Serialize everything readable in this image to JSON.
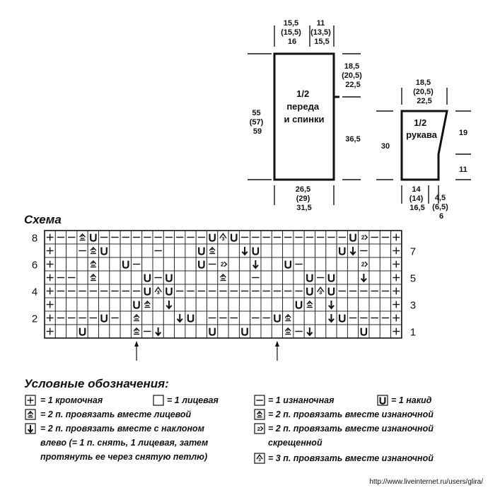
{
  "pattern": {
    "front_back": {
      "label_line1": "1/2",
      "label_line2": "переда",
      "label_line3": "и спинки",
      "top_left": [
        "15,5",
        "(15,5)",
        "16"
      ],
      "top_right": [
        "11",
        "(13,5)",
        "15,5"
      ],
      "right_top": [
        "18,5",
        "(20,5)",
        "22,5"
      ],
      "right_bottom": "36,5",
      "left_height": [
        "55",
        "(57)",
        "59"
      ],
      "bottom_width": [
        "26,5",
        "(29)",
        "31,5"
      ]
    },
    "sleeve": {
      "label_line1": "1/2",
      "label_line2": "рукава",
      "top_width": [
        "18,5",
        "(20,5)",
        "22,5"
      ],
      "left_height": "30",
      "right_upper": "19",
      "right_lower": "11",
      "bottom_width": [
        "14",
        "(14)",
        "16,5"
      ],
      "bottom_slant": [
        "4,5",
        "(6,5)",
        "6"
      ]
    }
  },
  "chart": {
    "title": "Схема",
    "left_row_numbers": [
      "8",
      "6",
      "4",
      "2"
    ],
    "right_row_numbers": [
      "7",
      "5",
      "3",
      "1"
    ],
    "rows_top_to_bottom": [
      [
        "E",
        "I",
        "I",
        "P2",
        "Y",
        "I",
        "I",
        "I",
        "I",
        "I",
        "I",
        "I",
        "I",
        "I",
        "I",
        "Y",
        "P3",
        "Y",
        "I",
        "I",
        "I",
        "I",
        "I",
        "I",
        "I",
        "I",
        "I",
        "I",
        "Y",
        "C2",
        "I",
        "I",
        "E"
      ],
      [
        "E",
        "K",
        "K",
        "I",
        "P2",
        "Y",
        "K",
        "K",
        "K",
        "K",
        "I",
        "K",
        "K",
        "K",
        "Y",
        "P2",
        "K",
        "K",
        "D",
        "Y",
        "K",
        "K",
        "K",
        "K",
        "K",
        "K",
        "K",
        "Y",
        "D",
        "I",
        "K",
        "K",
        "E"
      ],
      [
        "E",
        "K",
        "K",
        "K",
        "P2",
        "K",
        "K",
        "Y",
        "I",
        "K",
        "K",
        "K",
        "K",
        "K",
        "Y",
        "I",
        "C2",
        "K",
        "K",
        "D",
        "K",
        "K",
        "Y",
        "I",
        "K",
        "K",
        "K",
        "K",
        "K",
        "C2",
        "K",
        "K",
        "E"
      ],
      [
        "E",
        "I",
        "I",
        "K",
        "P2",
        "K",
        "K",
        "K",
        "K",
        "Y",
        "I",
        "Y",
        "K",
        "K",
        "K",
        "K",
        "P2",
        "K",
        "K",
        "I",
        "K",
        "K",
        "K",
        "K",
        "Y",
        "I",
        "Y",
        "K",
        "K",
        "D",
        "K",
        "K",
        "E"
      ],
      [
        "E",
        "I",
        "I",
        "I",
        "I",
        "I",
        "I",
        "I",
        "I",
        "Y",
        "P3",
        "Y",
        "I",
        "I",
        "I",
        "I",
        "I",
        "I",
        "I",
        "I",
        "I",
        "I",
        "I",
        "I",
        "Y",
        "P3",
        "Y",
        "I",
        "I",
        "I",
        "I",
        "I",
        "E"
      ],
      [
        "E",
        "K",
        "K",
        "K",
        "K",
        "K",
        "K",
        "K",
        "Y",
        "P2",
        "K",
        "D",
        "K",
        "K",
        "K",
        "K",
        "K",
        "K",
        "K",
        "K",
        "K",
        "K",
        "K",
        "Y",
        "P2",
        "K",
        "D",
        "K",
        "K",
        "K",
        "K",
        "K",
        "E"
      ],
      [
        "E",
        "I",
        "I",
        "I",
        "I",
        "Y",
        "I",
        "K",
        "P2",
        "K",
        "K",
        "K",
        "D",
        "Y",
        "K",
        "I",
        "I",
        "I",
        "K",
        "I",
        "I",
        "Y",
        "P2",
        "K",
        "K",
        "K",
        "D",
        "Y",
        "I",
        "I",
        "I",
        "I",
        "E"
      ],
      [
        "E",
        "K",
        "K",
        "Y",
        "K",
        "K",
        "K",
        "K",
        "P2",
        "I",
        "D",
        "K",
        "K",
        "K",
        "K",
        "Y",
        "K",
        "K",
        "Y",
        "K",
        "K",
        "K",
        "P2",
        "I",
        "D",
        "K",
        "K",
        "K",
        "K",
        "Y",
        "K",
        "K",
        "E"
      ]
    ],
    "arrow_columns": [
      8,
      21
    ]
  },
  "legend": {
    "title": "Условные обозначения:",
    "edge": "= 1 кромочная",
    "knit": "= 1 лицевая",
    "purl": "= 1 изнаночная",
    "yo": "= 1 накид",
    "k2tog": "= 2 п. провязать вместе лицевой",
    "p2tog": "= 2 п. провязать вместе изнаночной",
    "k2tog_lean_1": "= 2 п. провязать вместе с наклоном",
    "k2tog_lean_2": "влево (= 1 п. снять, 1 лицевая, затем",
    "k2tog_lean_3": "протянуть ее через снятую петлю)",
    "p2tog_cross_1": "= 2 п. провязать вместе изнаночной",
    "p2tog_cross_2": "скрещенной",
    "p3tog": "= 3 п. провязать вместе изнаночной"
  },
  "watermark": "http://www.liveinternet.ru/users/glira/"
}
